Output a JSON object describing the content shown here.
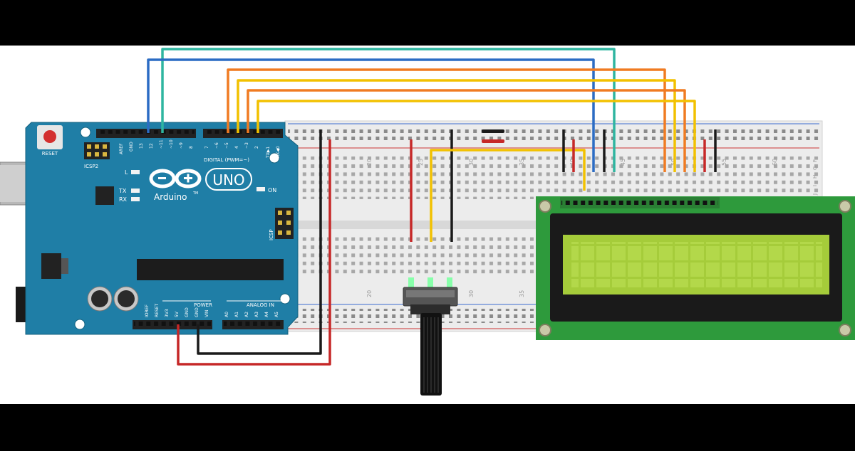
{
  "arduino": {
    "reset_label": "RESET",
    "icsp2_label": "ICSP2",
    "icsp_label": "ICSP",
    "logo_text": "Arduino",
    "tm": "TM",
    "uno_label": "UNO",
    "led_l": "L",
    "led_tx": "TX",
    "led_rx": "RX",
    "led_on": "ON",
    "digital_label": "DIGITAL (PWM=~)",
    "power_label": "POWER",
    "analog_label": "ANALOG IN",
    "header_top_labels": [
      "AREF",
      "GND",
      "13",
      "12",
      "~11",
      "~10",
      "~9",
      "8",
      "7",
      "~6",
      "~5",
      "4",
      "~3",
      "2",
      "TX▶1",
      "RX◀0"
    ],
    "power_pins": [
      "IOREF",
      "RESET",
      "3V3",
      "5V",
      "GND",
      "GND",
      "VIN"
    ],
    "analog_pins": [
      "A0",
      "A1",
      "A2",
      "A3",
      "A4",
      "A5"
    ]
  },
  "breadboard": {
    "column_numbers": [
      "20",
      "25",
      "30",
      "35",
      "40",
      "45",
      "50",
      "55",
      "60"
    ],
    "row_letters": [
      "F",
      "G",
      "H",
      "I",
      "J"
    ]
  },
  "colors": {
    "board_blue": "#1f7ea6",
    "wire_red": "#c62828",
    "wire_black": "#1a1a1a",
    "wire_blue": "#2b6cc4",
    "wire_teal": "#2fb5a0",
    "wire_orange": "#f07b22",
    "wire_yellow": "#f2c100",
    "lcd_pcb": "#2e9a3c",
    "lcd_screen": "#a5cc3a"
  }
}
